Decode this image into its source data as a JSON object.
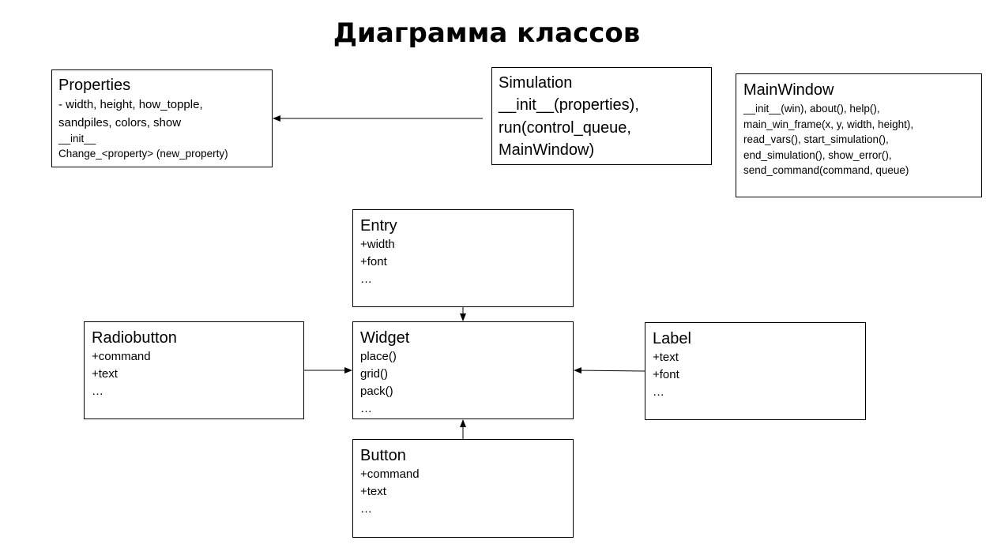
{
  "title": "Диаграмма классов",
  "classes": {
    "properties": {
      "name": "Properties",
      "lines": [
        "- width, height, how_topple,",
        "sandpiles, colors, show",
        "__init__",
        "Change_<property> (new_property)"
      ]
    },
    "simulation": {
      "name": "Simulation",
      "lines": [
        "__init__(properties),",
        "run(control_queue,",
        "MainWindow)"
      ]
    },
    "mainwindow": {
      "name": "MainWindow",
      "lines": [
        "__init__(win), about(), help(),",
        "main_win_frame(x, y, width, height),",
        "read_vars(), start_simulation(),",
        "end_simulation(), show_error(),",
        "send_command(command, queue)"
      ]
    },
    "entry": {
      "name": "Entry",
      "lines": [
        "+width",
        "+font",
        "…"
      ]
    },
    "widget": {
      "name": "Widget",
      "lines": [
        "place()",
        "grid()",
        "pack()",
        "…"
      ]
    },
    "radiobutton": {
      "name": "Radiobutton",
      "lines": [
        "+command",
        "+text",
        "…"
      ]
    },
    "label": {
      "name": "Label",
      "lines": [
        "+text",
        "+font",
        "…"
      ]
    },
    "button": {
      "name": "Button",
      "lines": [
        "+command",
        "+text",
        "…"
      ]
    }
  },
  "links": [
    {
      "from": "Simulation",
      "to": "Properties"
    },
    {
      "from": "Entry",
      "to": "Widget"
    },
    {
      "from": "Radiobutton",
      "to": "Widget"
    },
    {
      "from": "Label",
      "to": "Widget"
    },
    {
      "from": "Button",
      "to": "Widget"
    }
  ]
}
